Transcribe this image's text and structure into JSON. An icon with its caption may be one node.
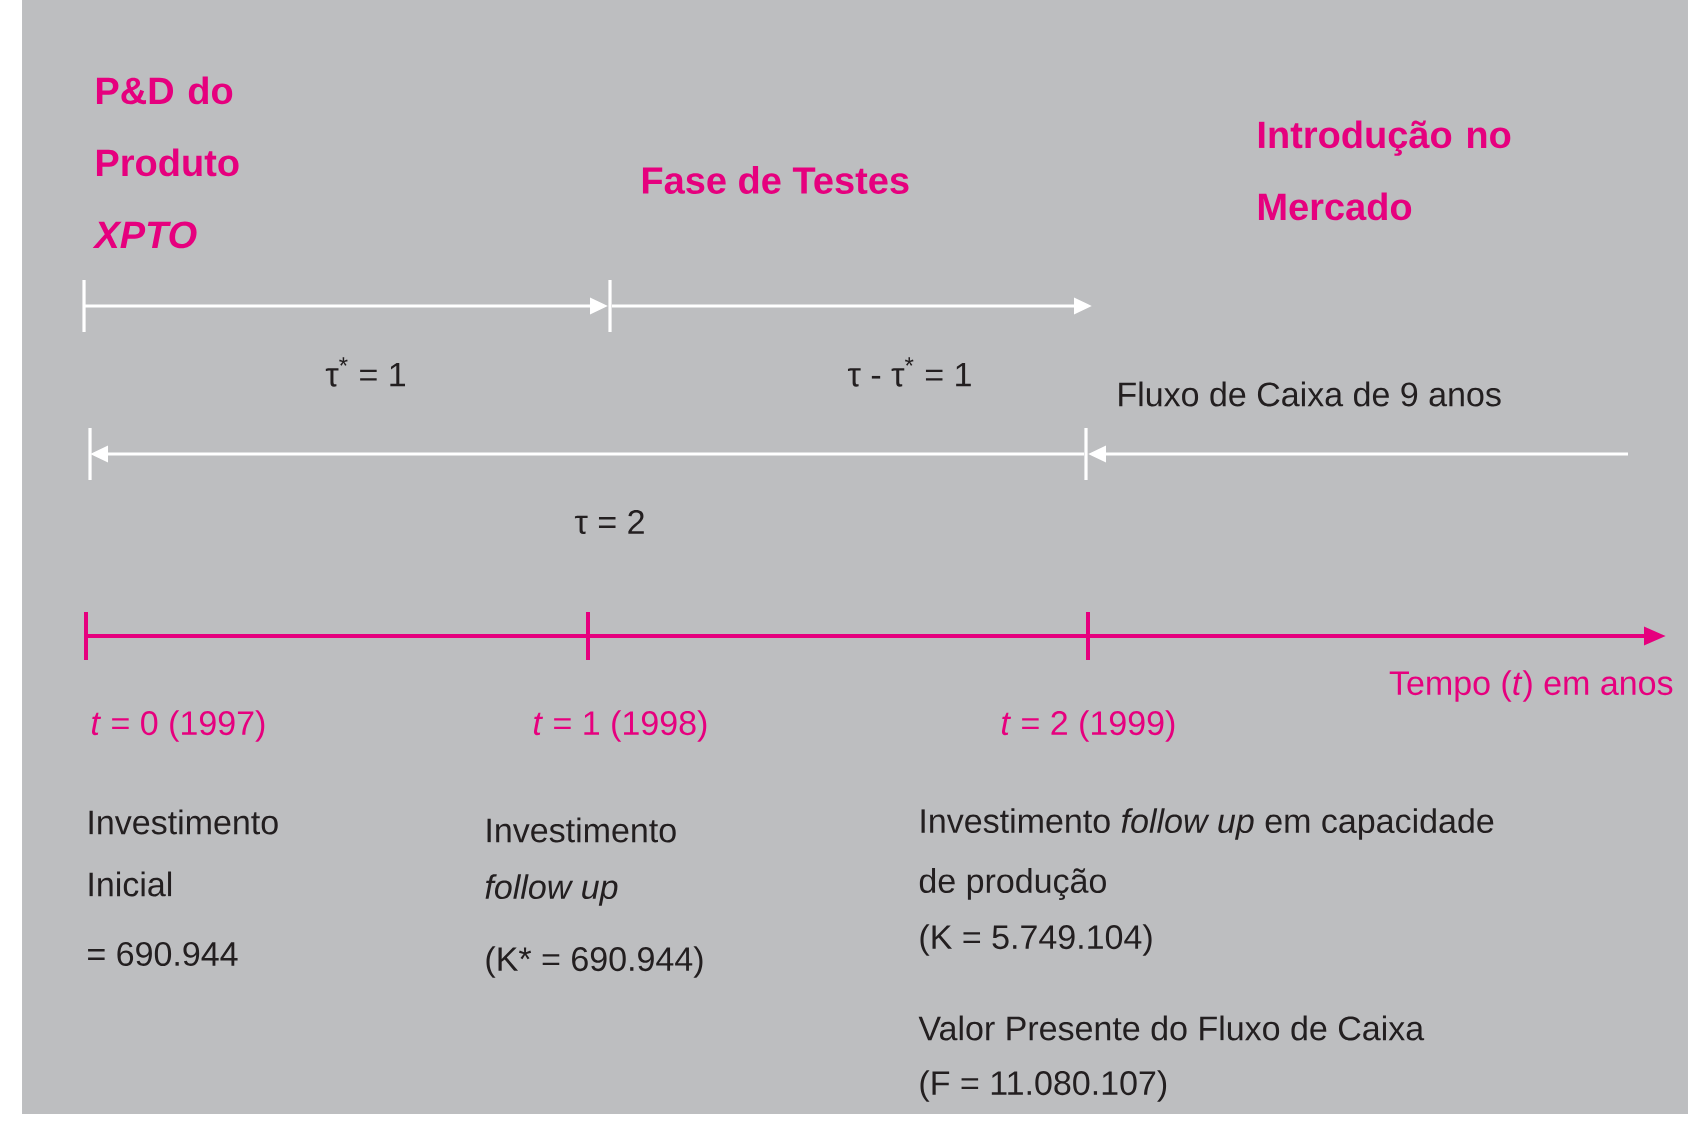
{
  "diagram": {
    "labels": [
      "P&D do Produto *XPTO*",
      "Fase de Testes",
      "Introdução no Mercado",
      "τ$^{*}$ = 1",
      "τ - τ$^{*}$ = 1",
      "Fluxo de Caixa de 9 anos",
      "τ = 2",
      "Tempo (*t*) em anos",
      "*t* = 0 (1997)",
      "*t* = 1 (1998)",
      "*t* = 2 (1999)",
      "Investimento",
      "Inicial",
      "= 690.944",
      "Investimento",
      "follow up",
      "(K* = 690.944)",
      "Investimento *follow up* em capacidade",
      "de produção",
      "(K = 5.749.104)",
      "Valor Presente do Fluxo de Caixa",
      "(F = 11.080.107)"
    ]
  }
}
